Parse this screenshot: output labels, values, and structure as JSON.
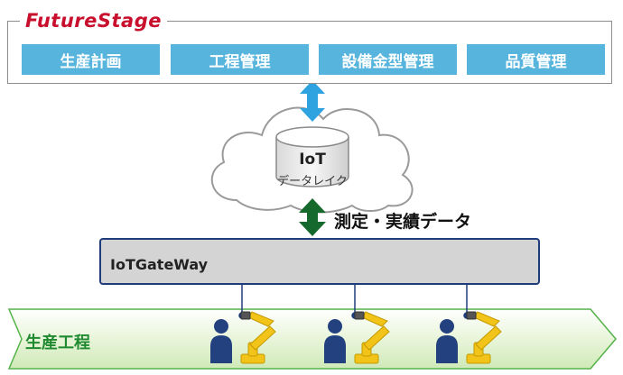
{
  "brand": {
    "logo_text": "FutureStage"
  },
  "modules": [
    {
      "label": "生産計画"
    },
    {
      "label": "工程管理"
    },
    {
      "label": "設備金型管理"
    },
    {
      "label": "品質管理"
    }
  ],
  "cloud": {
    "db_title": "IoT",
    "db_subtitle": "データレイク"
  },
  "data_flow": {
    "label": "測定・実績データ"
  },
  "gateway": {
    "label": "IoTGateWay"
  },
  "process": {
    "label": "生産工程"
  },
  "colors": {
    "brand_red": "#c8102e",
    "module_blue": "#57b5dd",
    "arrow_blue": "#2ea3e0",
    "arrow_green": "#16692c",
    "gateway_border": "#1f3d7a",
    "process_green": "#1f8a30",
    "robot_yellow": "#f2c318",
    "person_navy": "#23417f"
  },
  "icons": [
    "cloud-icon",
    "database-icon",
    "person-icon",
    "robot-arm-icon"
  ]
}
